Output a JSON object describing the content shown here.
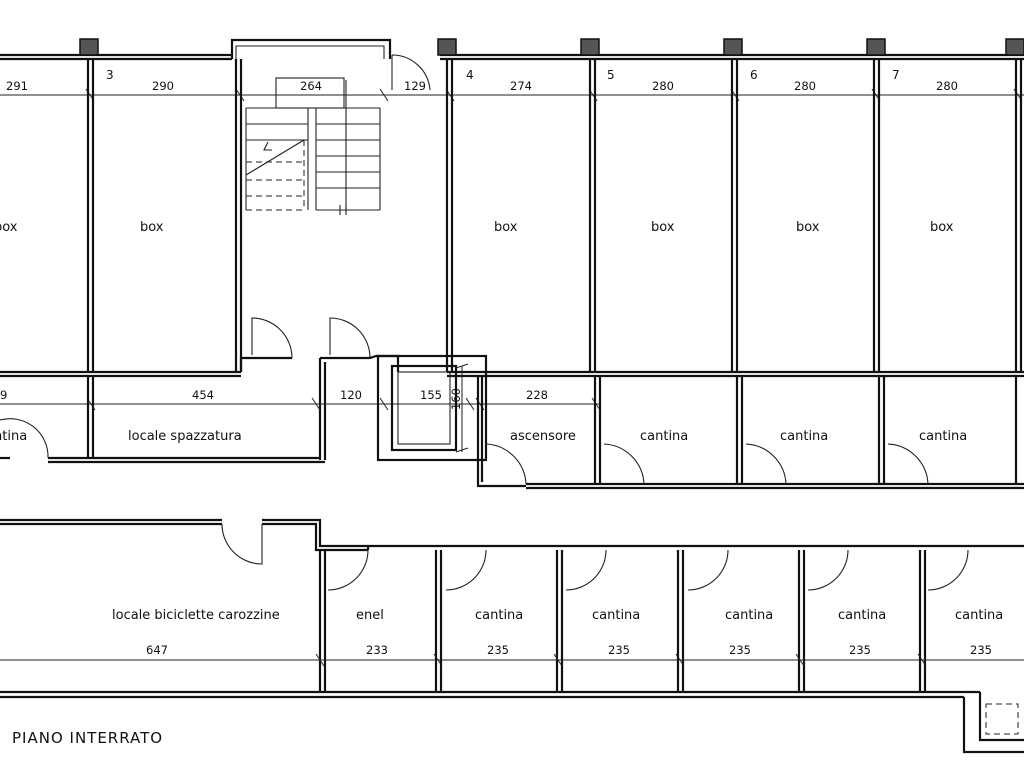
{
  "title": "PIANO INTERRATO",
  "unit_numbers": [
    "3",
    "4",
    "5",
    "6",
    "7"
  ],
  "top_dimensions": [
    "291",
    "290",
    "264",
    "129",
    "274",
    "280",
    "280",
    "280"
  ],
  "box_labels": [
    "box",
    "box",
    "box",
    "box",
    "box",
    "box"
  ],
  "middle_labels": {
    "cantina_left": "ntina",
    "spazzatura": "locale spazzatura",
    "ascensore": "ascensore",
    "cantina_1": "cantina",
    "cantina_2": "cantina",
    "cantina_3": "cantina"
  },
  "middle_dimensions": {
    "left": "9",
    "spazzatura": "454",
    "corridor": "120",
    "lift_w": "155",
    "lift_h": "160",
    "ascensore": "228"
  },
  "bottom_labels": {
    "biciclette": "locale biciclette carozzine",
    "enel": "enel",
    "cantine": [
      "cantina",
      "cantina",
      "cantina",
      "cantina",
      "cantina"
    ]
  },
  "bottom_dimensions": [
    "647",
    "233",
    "235",
    "235",
    "235",
    "235",
    "235"
  ]
}
